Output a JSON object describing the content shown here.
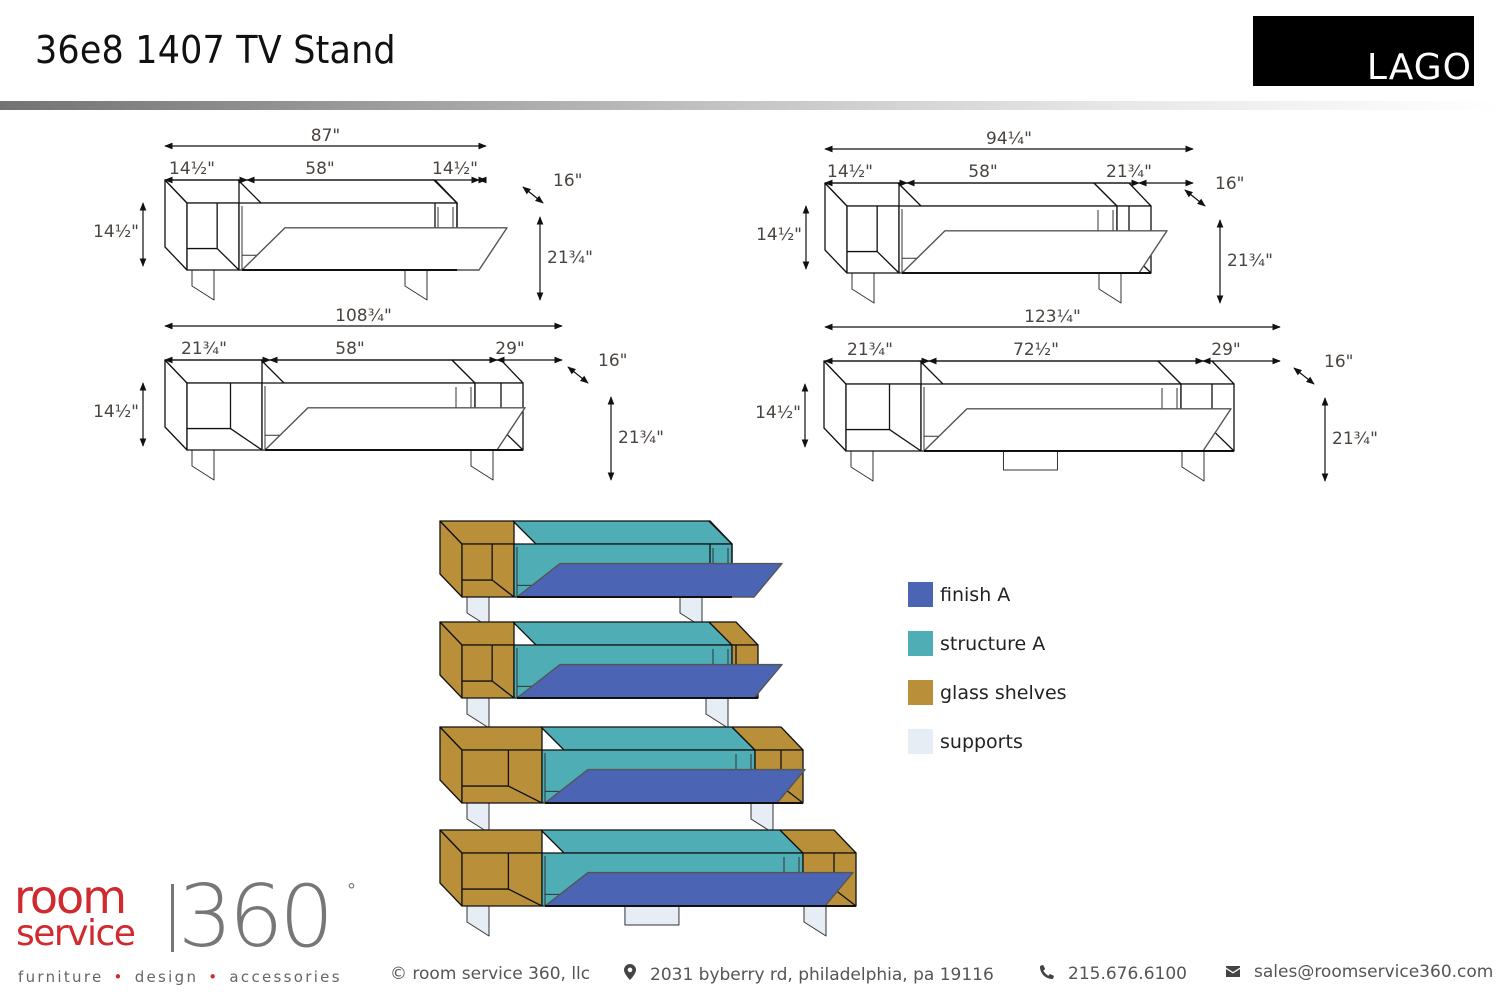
{
  "header": {
    "title": "36e8 1407 TV Stand",
    "brand_logo_text": "LAGO"
  },
  "colors": {
    "finish_a": "#4c64b4",
    "structure_a": "#4eadb5",
    "glass_shelves": "#b99039",
    "supports": "#e6edf4",
    "line": "#111111",
    "dimension_text": "#4a4440",
    "brand_red": "#d02a2e",
    "brand_grey": "#777777"
  },
  "configurations": [
    {
      "name": "config-87",
      "total_width": "87\"",
      "left_module": "14½\"",
      "center_module": "58\"",
      "right_module": "14½\"",
      "depth": "16\"",
      "module_height": "14½\"",
      "overall_height": "21¾\"",
      "center_support": false
    },
    {
      "name": "config-94-1-4",
      "total_width": "94¼\"",
      "left_module": "14½\"",
      "center_module": "58\"",
      "right_module": "21¾\"",
      "depth": "16\"",
      "module_height": "14½\"",
      "overall_height": "21¾\"",
      "center_support": false
    },
    {
      "name": "config-108-3-4",
      "total_width": "108¾\"",
      "left_module": "21¾\"",
      "center_module": "58\"",
      "right_module": "29\"",
      "depth": "16\"",
      "module_height": "14½\"",
      "overall_height": "21¾\"",
      "center_support": false
    },
    {
      "name": "config-123-1-4",
      "total_width": "123¼\"",
      "left_module": "21¾\"",
      "center_module": "72½\"",
      "right_module": "29\"",
      "depth": "16\"",
      "module_height": "14½\"",
      "overall_height": "21¾\"",
      "center_support": true
    }
  ],
  "legend": [
    {
      "label": "finish A",
      "color": "#4c64b4"
    },
    {
      "label": "structure A",
      "color": "#4eadb5"
    },
    {
      "label": "glass shelves",
      "color": "#b99039"
    },
    {
      "label": "supports",
      "color": "#e6edf4"
    }
  ],
  "footer": {
    "logo_room": "room",
    "logo_service": "service",
    "logo_number": "360",
    "logo_degree": "°",
    "tagline": [
      "furniture",
      "design",
      "accessories"
    ],
    "tagline_separator": "•",
    "copyright": "© room service 360, llc",
    "address": "2031 byberry rd, philadelphia, pa 19116",
    "phone": "215.676.6100",
    "email": "sales@roomservice360.com"
  }
}
